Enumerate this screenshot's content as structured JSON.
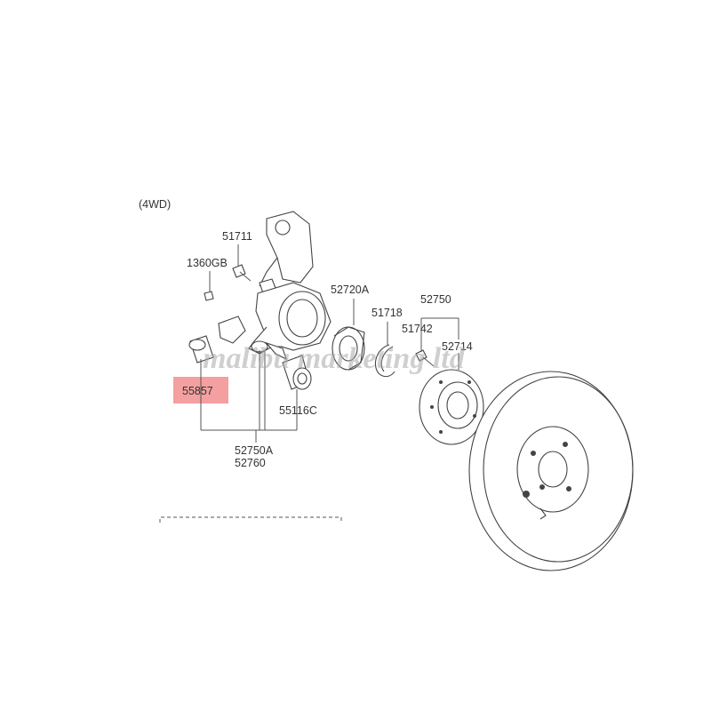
{
  "diagram": {
    "variant": "(4WD)",
    "highlight_color": "#f08080",
    "watermark": "malibu marketing ltd",
    "parts": {
      "p51711": "51711",
      "p1360GB": "1360GB",
      "p52720A": "52720A",
      "p51718": "51718",
      "p52750": "52750",
      "p51742": "51742",
      "p52714": "52714",
      "p55857": "55857",
      "p55116C": "55116C",
      "p52750A": "52750A",
      "p52760": "52760"
    }
  }
}
